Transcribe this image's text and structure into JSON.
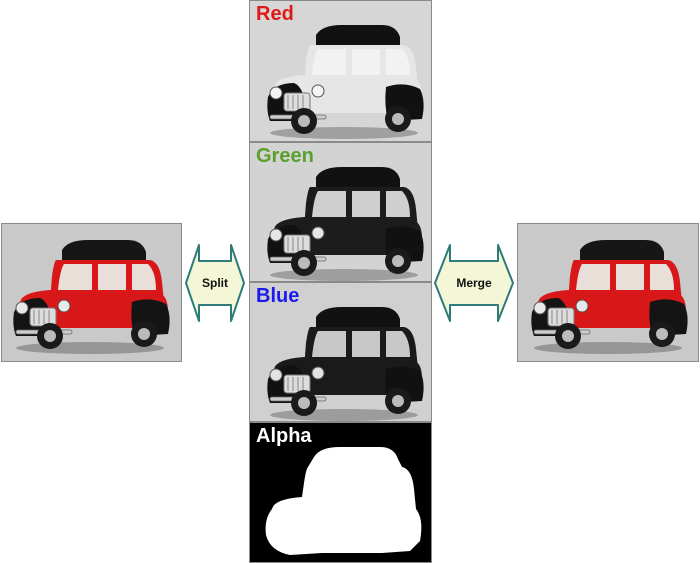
{
  "arrows": {
    "split_label": "Split",
    "merge_label": "Merge"
  },
  "channels": {
    "red_label": "Red",
    "green_label": "Green",
    "blue_label": "Blue",
    "alpha_label": "Alpha"
  },
  "colors": {
    "red_label": "#e01818",
    "green_label": "#5aa02c",
    "blue_label": "#1a1aee",
    "alpha_label": "#ffffff",
    "arrow_fill": "#f4f6d8",
    "arrow_stroke": "#2f7a7a",
    "panel_background": "#c8c8c8",
    "car_body": "#d81818"
  },
  "images": {
    "source": "composite-car-image",
    "red_channel": "grayscale-red-channel-car",
    "green_channel": "grayscale-green-channel-car",
    "blue_channel": "grayscale-blue-channel-car",
    "alpha_channel": "car-silhouette-mask",
    "result": "merged-car-image"
  }
}
